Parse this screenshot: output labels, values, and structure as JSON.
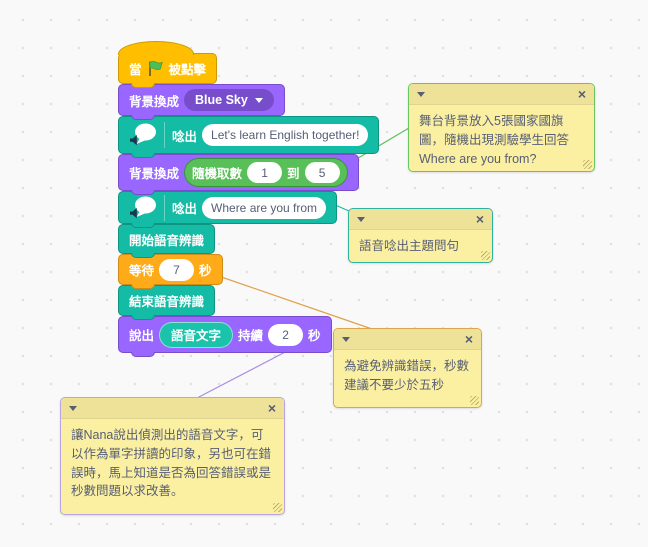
{
  "workspace": {
    "background": "#F9F9F9",
    "grid_dot_color": "#E1E1E1"
  },
  "palette": {
    "events_yellow": "#FFBF00",
    "control_orange": "#FFAB19",
    "looks_purple": "#9966FF",
    "looks_purple_dark": "#774DCB",
    "extension_teal": "#14BCA5",
    "operator_green": "#59C059",
    "comment_body_yellow": "#FBF0A1",
    "comment_header_yellow": "#EDE298",
    "comment_text_gray": "#575E75"
  },
  "blocks": [
    {
      "name": "when-green-flag-clicked",
      "category": "events",
      "prefix": "當",
      "icon": "green-flag",
      "suffix": "被點擊"
    },
    {
      "name": "switch-backdrop-to",
      "category": "looks",
      "label": "背景換成",
      "dropdown_value": "Blue Sky"
    },
    {
      "name": "speak",
      "category": "text-to-speech",
      "label": "唸出",
      "input_value": "Let's learn English together!"
    },
    {
      "name": "switch-backdrop-to-random",
      "category": "looks",
      "label": "背景換成",
      "operator": {
        "label": "隨機取數",
        "from": "1",
        "joiner": "到",
        "to": "5"
      }
    },
    {
      "name": "speak",
      "category": "text-to-speech",
      "label": "唸出",
      "input_value": "Where are you from"
    },
    {
      "name": "start-speech-recognition",
      "category": "speech-recognition",
      "label": "開始語音辨識"
    },
    {
      "name": "wait-seconds",
      "category": "control",
      "prefix": "等待",
      "input_value": "7",
      "suffix": "秒"
    },
    {
      "name": "stop-speech-recognition",
      "category": "speech-recognition",
      "label": "結束語音辨識"
    },
    {
      "name": "say-for-seconds",
      "category": "looks",
      "prefix": "說出",
      "variable": "語音文字",
      "mid": "持續",
      "input_value": "2",
      "suffix": "秒"
    }
  ],
  "comments": [
    {
      "name": "comment-backdrop-flags",
      "text": "舞台背景放入5張國家國旗圖，隨機出現測驗學生回答Where are you from?",
      "border_color": "#6EC463"
    },
    {
      "name": "comment-speak-question",
      "text": "語音唸出主題問句",
      "border_color": "#2FB3A0"
    },
    {
      "name": "comment-wait-advice",
      "text": "為避免辨識錯誤，秒數建議不要少於五秒",
      "border_color": "#DCA64F"
    },
    {
      "name": "comment-say-speech-text",
      "text": "讓Nana說出偵測出的語音文字，可以作為單字拼讀的印象，另也可在錯誤時，馬上知道是否為回答錯誤或是秒數問題以求改善。",
      "border_color": "#B9A5DF"
    }
  ],
  "connectors": [
    {
      "from": "switch-backdrop-to-random",
      "to": "comment-backdrop-flags",
      "color": "#59C059"
    },
    {
      "from": "speak-where-are-you-from",
      "to": "comment-speak-question",
      "color": "#14BCA5"
    },
    {
      "from": "wait-seconds",
      "to": "comment-wait-advice",
      "color": "#E0A04A"
    },
    {
      "from": "say-for-seconds",
      "to": "comment-say-speech-text",
      "color": "#A98FE0"
    }
  ],
  "ui_glyphs": {
    "close": "×"
  }
}
